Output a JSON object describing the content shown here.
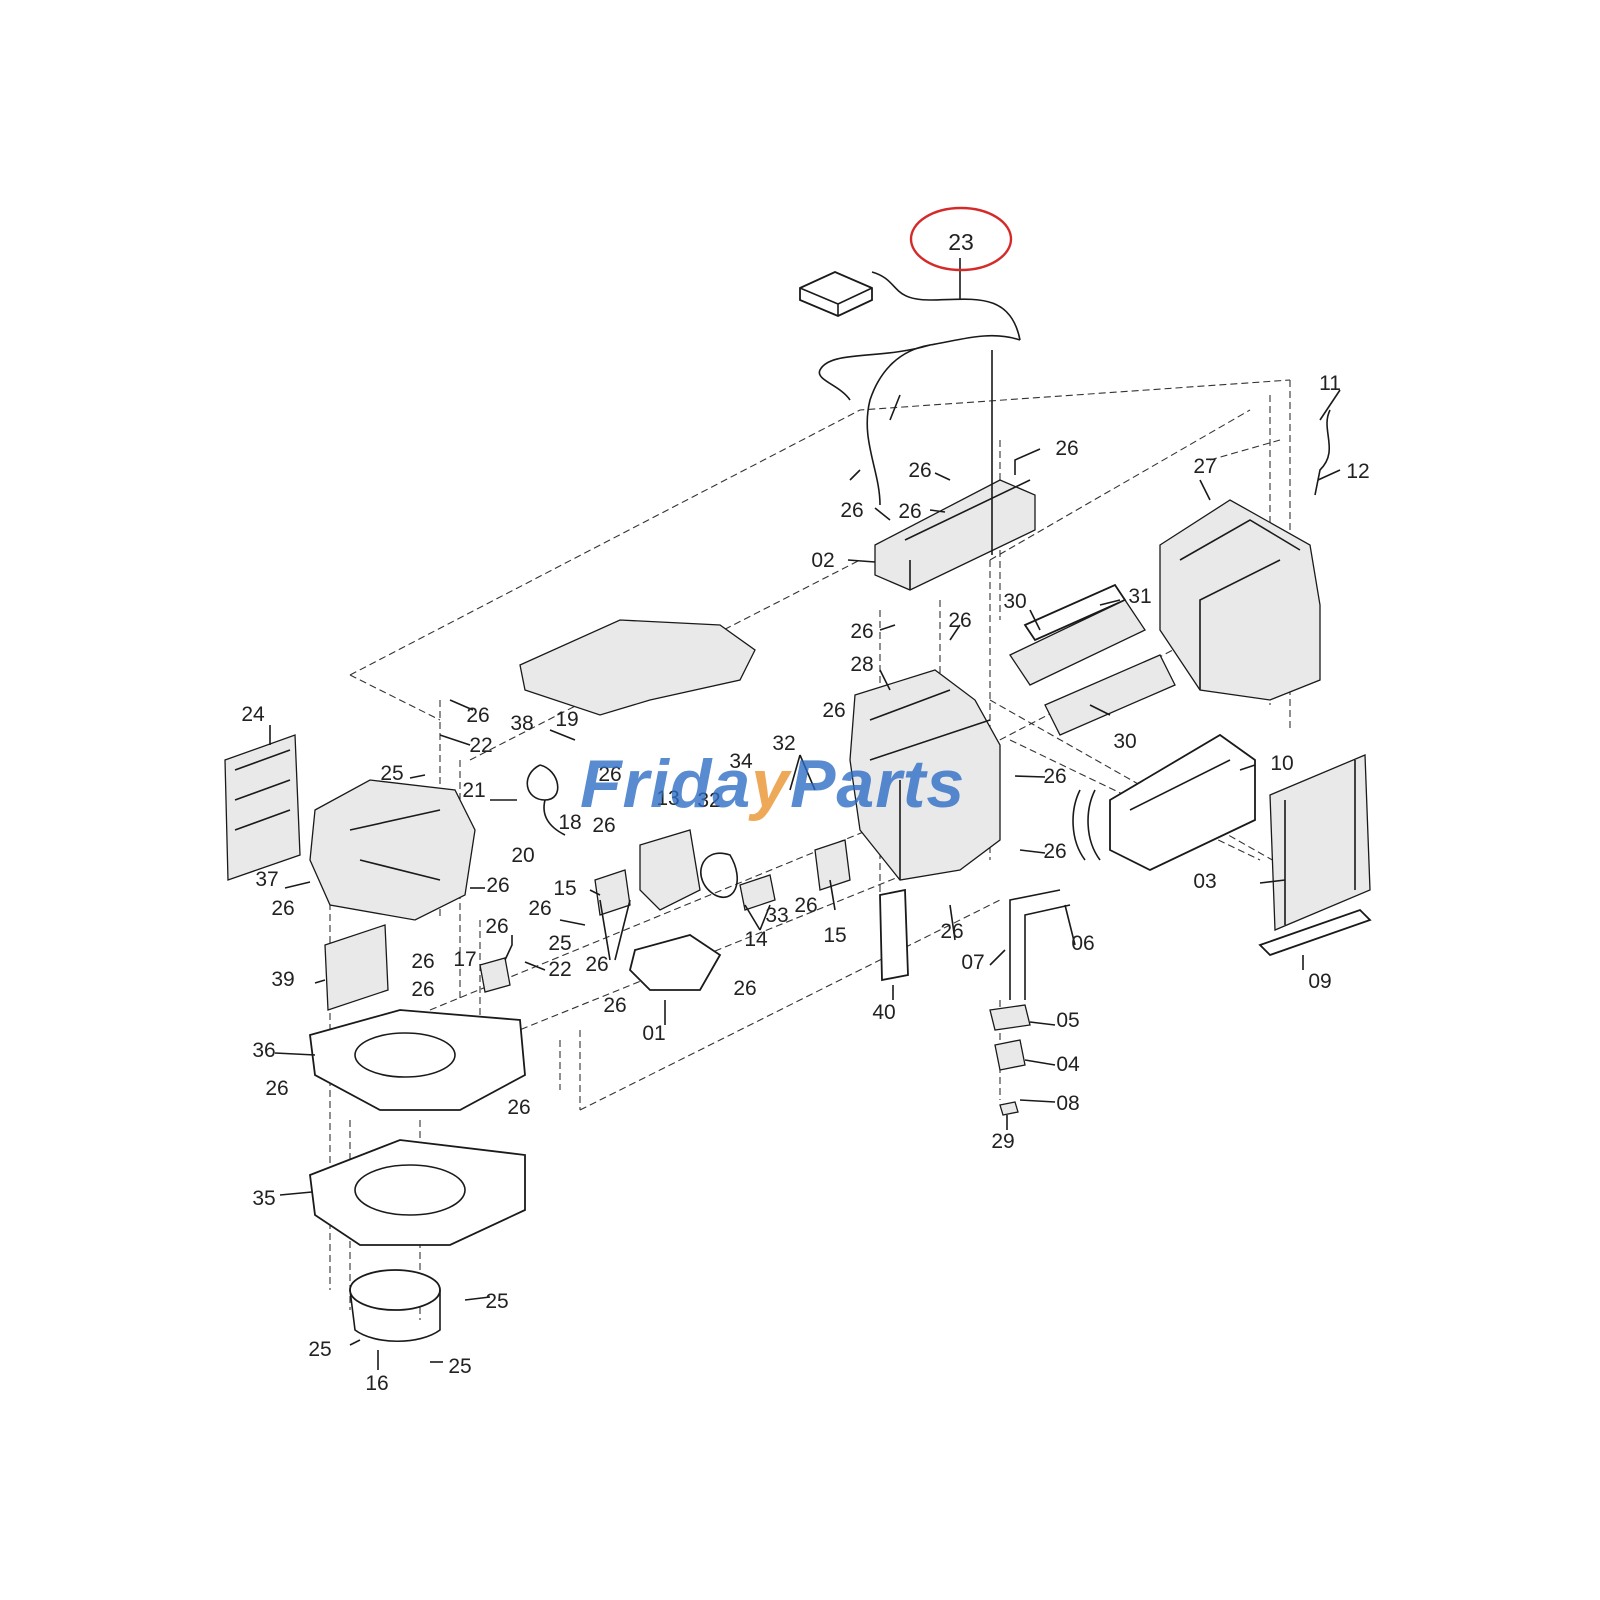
{
  "highlighted_part": "23",
  "watermark": {
    "part1": "Frida",
    "part2": "Parts",
    "brand_color": "#2a6bc4",
    "accent_color": "#e8912a"
  },
  "callout_color": "#d42a2a",
  "labels": [
    {
      "id": "l23",
      "text": "23"
    },
    {
      "id": "l11",
      "text": "11"
    },
    {
      "id": "l12",
      "text": "12"
    },
    {
      "id": "l26a",
      "text": "26"
    },
    {
      "id": "l26b",
      "text": "26"
    },
    {
      "id": "l27",
      "text": "27"
    },
    {
      "id": "l26c",
      "text": "26"
    },
    {
      "id": "l26d",
      "text": "26"
    },
    {
      "id": "l02",
      "text": "02"
    },
    {
      "id": "l30a",
      "text": "30"
    },
    {
      "id": "l31",
      "text": "31"
    },
    {
      "id": "l26e",
      "text": "26"
    },
    {
      "id": "l26f",
      "text": "26"
    },
    {
      "id": "l28",
      "text": "28"
    },
    {
      "id": "l30b",
      "text": "30"
    },
    {
      "id": "l24",
      "text": "24"
    },
    {
      "id": "l26g",
      "text": "26"
    },
    {
      "id": "l38",
      "text": "38"
    },
    {
      "id": "l19",
      "text": "19"
    },
    {
      "id": "l22a",
      "text": "22"
    },
    {
      "id": "l26h",
      "text": "26"
    },
    {
      "id": "l32a",
      "text": "32"
    },
    {
      "id": "l10",
      "text": "10"
    },
    {
      "id": "l25a",
      "text": "25"
    },
    {
      "id": "l26i",
      "text": "26"
    },
    {
      "id": "l21",
      "text": "21"
    },
    {
      "id": "l13",
      "text": "13"
    },
    {
      "id": "l32b",
      "text": "32"
    },
    {
      "id": "l34",
      "text": "34"
    },
    {
      "id": "l26j",
      "text": "26"
    },
    {
      "id": "l18",
      "text": "18"
    },
    {
      "id": "l26k",
      "text": "26"
    },
    {
      "id": "l20",
      "text": "20"
    },
    {
      "id": "l26l",
      "text": "26"
    },
    {
      "id": "l03",
      "text": "03"
    },
    {
      "id": "l37",
      "text": "37"
    },
    {
      "id": "l26m",
      "text": "26"
    },
    {
      "id": "l15a",
      "text": "15"
    },
    {
      "id": "l26n",
      "text": "26"
    },
    {
      "id": "l26o",
      "text": "26"
    },
    {
      "id": "l33",
      "text": "33"
    },
    {
      "id": "l26p",
      "text": "26"
    },
    {
      "id": "l06",
      "text": "06"
    },
    {
      "id": "l15b",
      "text": "15"
    },
    {
      "id": "l14",
      "text": "14"
    },
    {
      "id": "l26q",
      "text": "26"
    },
    {
      "id": "l25b",
      "text": "25"
    },
    {
      "id": "l26r",
      "text": "26"
    },
    {
      "id": "l26s",
      "text": "26"
    },
    {
      "id": "l07",
      "text": "07"
    },
    {
      "id": "l17",
      "text": "17"
    },
    {
      "id": "l22b",
      "text": "22"
    },
    {
      "id": "l39",
      "text": "39"
    },
    {
      "id": "l26t",
      "text": "26"
    },
    {
      "id": "l26u",
      "text": "26"
    },
    {
      "id": "l26v",
      "text": "26"
    },
    {
      "id": "l26w",
      "text": "26"
    },
    {
      "id": "l40",
      "text": "40"
    },
    {
      "id": "l09",
      "text": "09"
    },
    {
      "id": "l05",
      "text": "05"
    },
    {
      "id": "l01",
      "text": "01"
    },
    {
      "id": "l36",
      "text": "36"
    },
    {
      "id": "l04",
      "text": "04"
    },
    {
      "id": "l26x",
      "text": "26"
    },
    {
      "id": "l08",
      "text": "08"
    },
    {
      "id": "l26y",
      "text": "26"
    },
    {
      "id": "l29",
      "text": "29"
    },
    {
      "id": "l35",
      "text": "35"
    },
    {
      "id": "l25c",
      "text": "25"
    },
    {
      "id": "l25d",
      "text": "25"
    },
    {
      "id": "l25e",
      "text": "25"
    },
    {
      "id": "l16",
      "text": "16"
    }
  ]
}
